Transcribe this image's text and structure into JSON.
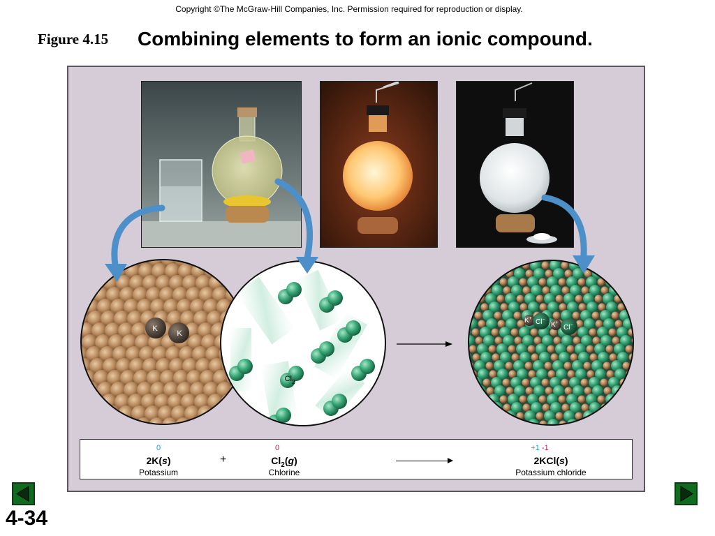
{
  "header": {
    "copyright": "Copyright ©The McGraw-Hill Companies, Inc.  Permission required for reproduction or display.",
    "figure_label": "Figure 4.15",
    "figure_title": "Combining elements to form an ionic compound."
  },
  "diagram": {
    "potassium_atom_label": "K",
    "chlorine_molecule_label": "Cl",
    "chlorine_subscript": "2",
    "ion_k": "K",
    "ion_k_charge": "+",
    "ion_cl": "Cl",
    "ion_cl_charge": "−"
  },
  "equation": {
    "reactant1": {
      "oxidation": "0",
      "formula_main": "2K(",
      "formula_state": "s",
      "formula_end": ")",
      "name": "Potassium"
    },
    "plus": "+",
    "reactant2": {
      "oxidation": "0",
      "formula_main": "Cl",
      "formula_sub": "2",
      "formula_open": "(",
      "formula_state": "g",
      "formula_end": ")",
      "name": "Chlorine"
    },
    "product": {
      "oxidation_k": "+1",
      "oxidation_cl": "-1",
      "formula_main": "2KCl(",
      "formula_state": "s",
      "formula_end": ")",
      "name": "Potassium chloride"
    }
  },
  "footer": {
    "slide_number": "4-34"
  },
  "colors": {
    "panel_bg": "#d6ccd8",
    "potassium": "#b98a5e",
    "chlorine": "#3aa878",
    "arrow_blue": "#4d8fc8",
    "nav_green": "#0f6b1d"
  }
}
